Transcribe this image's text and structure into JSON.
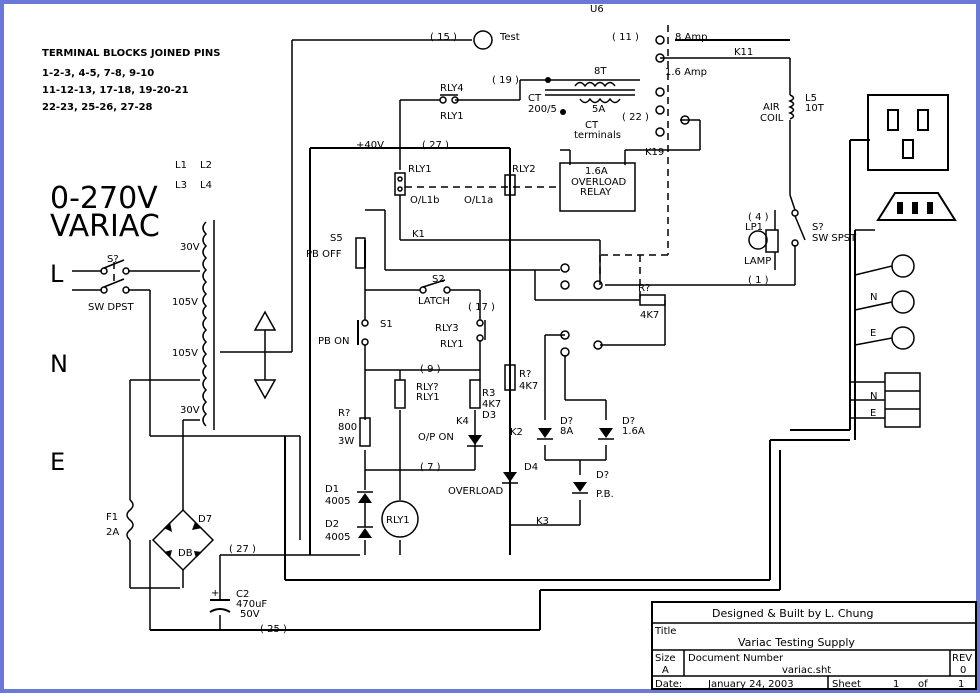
{
  "border_color": "#6a78d8",
  "terminal_blocks": {
    "title": "TERMINAL BLOCKS JOINED PINS",
    "lines": [
      "1-2-3,  4-5,  7-8, 9-10",
      "11-12-13,  17-18,  19-20-21",
      "22-23,  25-26,  27-28"
    ]
  },
  "variac": {
    "line1": "0-270V",
    "line2": "VARIAC"
  },
  "mains": {
    "l": "L",
    "n": "N",
    "e": "E"
  },
  "coils": {
    "l1": "L1",
    "l2": "L2",
    "l3": "L3",
    "l4": "L4"
  },
  "taps": [
    "30V",
    "105V",
    "105V",
    "30V"
  ],
  "switch_main": {
    "ref": "S?",
    "type": "SW DPST"
  },
  "fuse": {
    "ref": "F1",
    "value": "2A"
  },
  "bridge": {
    "ref": "D7",
    "type": "DB"
  },
  "cap": {
    "ref": "C2",
    "value": "470uF",
    "voltage": "50V"
  },
  "nets": {
    "n15": "( 15 )",
    "test": "Test",
    "n11": "( 11 )",
    "amp8": "8 Amp",
    "amp16": "1.6 Amp",
    "n19": "( 19 )",
    "n22": "( 22 )",
    "n27": "( 27 )",
    "n27b": "( 27 )",
    "n25": "( 25 )",
    "n9": "( 9 )",
    "n7": "( 7 )",
    "n17": "( 17 )",
    "v40": "+40V"
  },
  "ct": {
    "ref": "CT",
    "ratio": "200/5",
    "t8": "8T",
    "t5a": "5A",
    "terms1": "CT",
    "terms2": "terminals"
  },
  "relays": {
    "rly4": "RLY4",
    "rly1": "RLY1",
    "rly1b": "RLY1",
    "rly2": "RLY2",
    "ol1b": "O/L1b",
    "ol1a": "O/L1a",
    "rly3": "RLY3",
    "rly3sub": "RLY1",
    "rlyq": "RLY?",
    "rlyqsub": "RLY1",
    "rly1coil": "RLY1"
  },
  "overload": {
    "l1": "1.6A",
    "l2": "OVERLOAD",
    "l3": "RELAY"
  },
  "k": {
    "k1": "K1",
    "k2": "K2",
    "k3": "K3",
    "k4": "K4",
    "k11": "K11",
    "k19": "K19"
  },
  "u6": "U6",
  "switches": {
    "s5": "S5",
    "pboff": "PB OFF",
    "s2": "S2",
    "latch": "LATCH",
    "s1": "S1",
    "pbon": "PB ON"
  },
  "resistors": {
    "rq1": "R?",
    "rq1v": "4K7",
    "rq2": "R?",
    "rq2v": "4K7",
    "r3": "R3",
    "r3v": "4K7",
    "d3": "D3",
    "rq3": "R?",
    "rq3a": "800",
    "rq3b": "3W"
  },
  "diodes": {
    "d1": "D1",
    "d1v": "4005",
    "d2": "D2",
    "d2v": "4005"
  },
  "leds": {
    "op": "O/P ON",
    "ov": "OVERLOAD",
    "d4": "D4",
    "d8": "D?",
    "d8v": "8A",
    "d16": "D?",
    "d16v": "1.6A",
    "dpb": "D?",
    "dpbv": "P.B."
  },
  "coil": {
    "l5": "L5",
    "l5v": "10T",
    "air1": "AIR",
    "air2": "COIL"
  },
  "lamp": {
    "n4": "( 4 )",
    "lp1": "LP1",
    "lamp": "LAMP",
    "n1": "( 1 )"
  },
  "sw_spst": {
    "ref": "S?",
    "type": "SW SPST"
  },
  "outputs": {
    "n": "N",
    "e": "E",
    "n2": "N",
    "e2": "E"
  },
  "titleblock": {
    "designed": "Designed & Built by L. Chung",
    "title_label": "Title",
    "title": "Variac Testing Supply",
    "size_label": "Size",
    "size": "A",
    "docnum_label": "Document Number",
    "docnum": "variac.sht",
    "rev_label": "REV",
    "rev": "0",
    "date_label": "Date:",
    "date": "January 24, 2003",
    "sheet_label": "Sheet",
    "sheet": "1",
    "of_label": "of",
    "of": "1"
  }
}
